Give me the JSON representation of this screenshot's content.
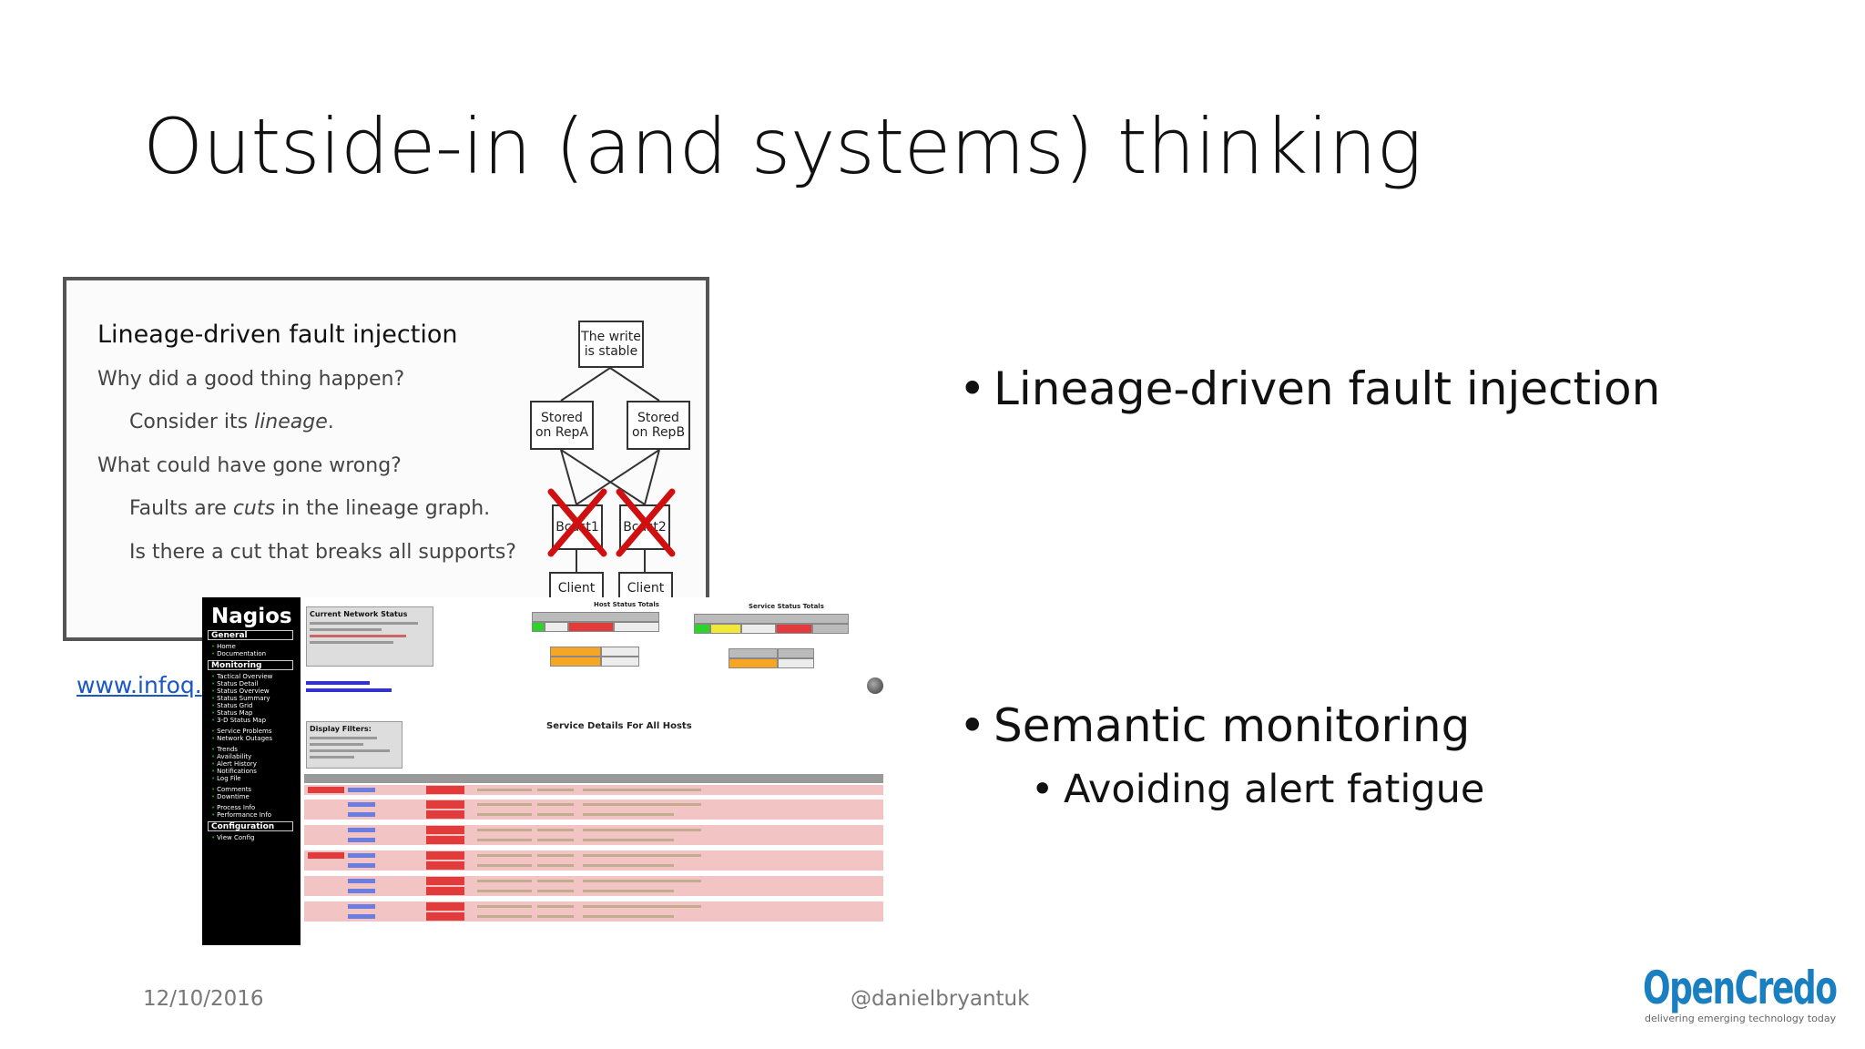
{
  "slide": {
    "title": "Outside-in (and systems) thinking",
    "bullets": [
      "Lineage-driven fault injection",
      "Semantic monitoring"
    ],
    "sub_bullets": [
      "Avoiding alert fatigue"
    ],
    "link_text": "www.infoq.",
    "footer": {
      "date": "12/10/2016",
      "handle": "@danielbryantuk"
    },
    "logo": {
      "name": "OpenCredo",
      "tagline": "delivering emerging technology today",
      "color": "#1a7fc1"
    }
  },
  "inset_slide": {
    "title": "Lineage-driven fault injection",
    "lines": {
      "q1": "Why did a good thing happen?",
      "a1_prefix": "Consider its ",
      "a1_italic": "lineage",
      "a1_suffix": ".",
      "q2": "What could have gone wrong?",
      "a2_prefix": "Faults are ",
      "a2_italic": "cuts",
      "a2_suffix": " in the lineage graph.",
      "a3": "Is there a cut that breaks all supports?"
    },
    "graph": {
      "root": "The write is stable",
      "mid_left": "Stored on RepA",
      "mid_right": "Stored on RepB",
      "cut_left": "Bcast1",
      "cut_right": "Bcast2",
      "leaf_left": "Client",
      "leaf_right": "Client"
    }
  },
  "nagios": {
    "logo": "Nagios",
    "sections": [
      "General",
      "Monitoring",
      "Configuration"
    ],
    "general_items": [
      "Home",
      "Documentation"
    ],
    "monitoring_items": [
      "Tactical Overview",
      "Status Detail",
      "Status Overview",
      "Status Summary",
      "Status Grid",
      "Status Map",
      "3-D Status Map",
      "Service Problems",
      "Network Outages",
      "Trends",
      "Availability",
      "Alert History",
      "Notifications",
      "Log File",
      "Comments",
      "Downtime",
      "Process Info",
      "Performance Info"
    ],
    "config_items": [
      "View Config"
    ],
    "network_status_title": "Current Network Status",
    "display_filters_title": "Display Filters:",
    "host_totals_title": "Host Status Totals",
    "service_totals_title": "Service Status Totals",
    "service_details_title": "Service Details For All Hosts"
  }
}
